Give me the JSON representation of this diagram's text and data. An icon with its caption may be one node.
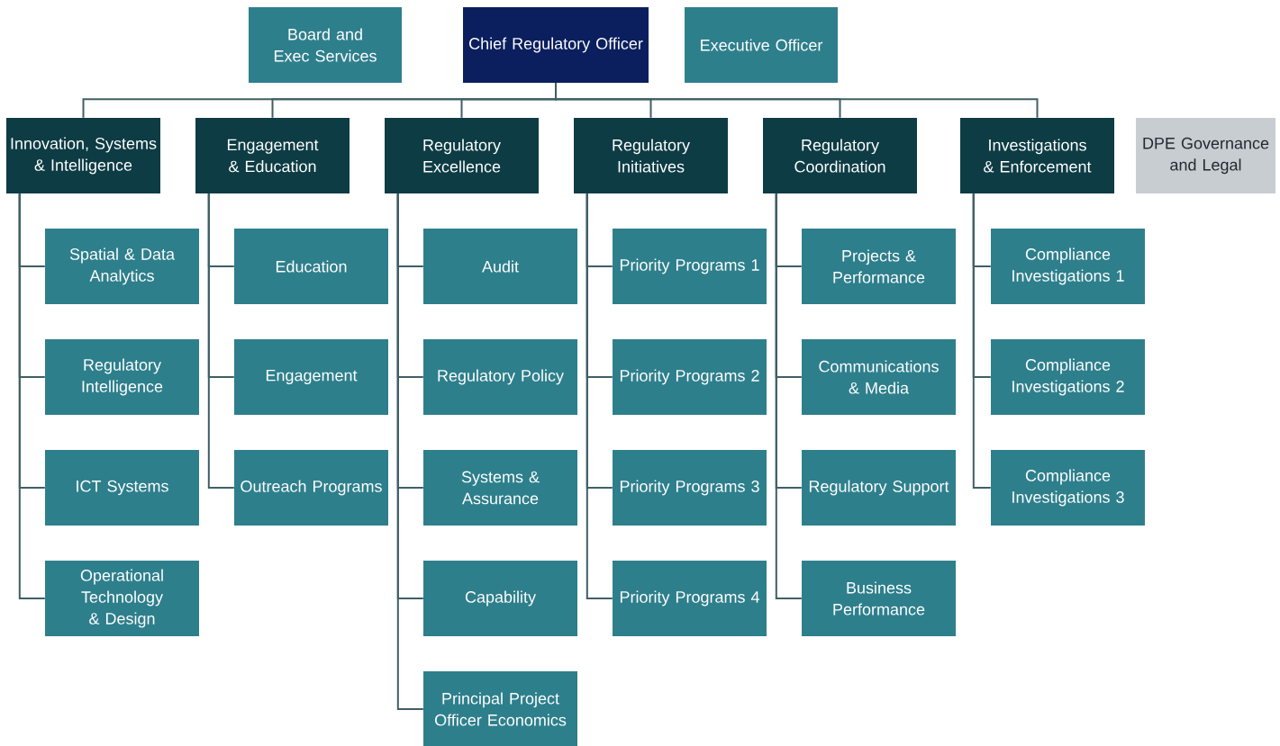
{
  "diagram": {
    "nodes": [
      {
        "text": [
          "Board and Exec Services"
        ]
      },
      {
        "text": [
          "Chief Regulatory Officer"
        ]
      },
      {
        "text": [
          "Executive Officer"
        ]
      },
      {
        "text": [
          "Innovation, Systems & Intelligence"
        ]
      },
      {
        "text": [
          "Engagement & Education"
        ]
      },
      {
        "text": [
          "Regulatory Excellence"
        ]
      },
      {
        "text": [
          "Regulatory Initiatives"
        ]
      },
      {
        "text": [
          "Regulatory Coordination"
        ]
      },
      {
        "text": [
          "Investigations & Enforcement"
        ]
      },
      {
        "text": [
          "DPE Governance and Legal"
        ]
      },
      {
        "text": [
          "Spatial & Data Analytics"
        ]
      },
      {
        "text": [
          "Regulatory Intelligence"
        ]
      },
      {
        "text": [
          "ICT Systems"
        ]
      },
      {
        "text": [
          "Operational Technology & Design"
        ]
      },
      {
        "text": [
          "Education"
        ]
      },
      {
        "text": [
          "Engagement"
        ]
      },
      {
        "text": [
          "Outreach Programs"
        ]
      },
      {
        "text": [
          "Audit"
        ]
      },
      {
        "text": [
          "Regulatory Policy"
        ]
      },
      {
        "text": [
          "Systems & Assurance"
        ]
      },
      {
        "text": [
          "Capability"
        ]
      },
      {
        "text": [
          "Principal Project Officer Economics"
        ]
      },
      {
        "text": [
          "Priority Programs 1"
        ]
      },
      {
        "text": [
          "Priority Programs 2"
        ]
      },
      {
        "text": [
          "Priority Programs 3"
        ]
      },
      {
        "text": [
          "Priority Programs 4"
        ]
      },
      {
        "text": [
          "Projects & Performance"
        ]
      },
      {
        "text": [
          "Communications & Media"
        ]
      },
      {
        "text": [
          "Regulatory Support"
        ]
      },
      {
        "text": [
          "Business Performance"
        ]
      },
      {
        "text": [
          "Compliance Investigations 1"
        ]
      },
      {
        "text": [
          "Compliance Investigations 2"
        ]
      },
      {
        "text": [
          "Compliance Investigations 3"
        ]
      }
    ],
    "edges": [
      {
        "from": 1,
        "to": 3,
        "arrow": "none"
      },
      {
        "from": 1,
        "to": 4,
        "arrow": "none"
      },
      {
        "from": 1,
        "to": 5,
        "arrow": "none"
      },
      {
        "from": 1,
        "to": 6,
        "arrow": "none"
      },
      {
        "from": 1,
        "to": 7,
        "arrow": "none"
      },
      {
        "from": 1,
        "to": 8,
        "arrow": "none"
      },
      {
        "from": 3,
        "to": 10,
        "arrow": "none"
      },
      {
        "from": 3,
        "to": 11,
        "arrow": "none"
      },
      {
        "from": 3,
        "to": 12,
        "arrow": "none"
      },
      {
        "from": 3,
        "to": 13,
        "arrow": "none"
      },
      {
        "from": 4,
        "to": 14,
        "arrow": "none"
      },
      {
        "from": 4,
        "to": 15,
        "arrow": "none"
      },
      {
        "from": 4,
        "to": 16,
        "arrow": "none"
      },
      {
        "from": 5,
        "to": 17,
        "arrow": "none"
      },
      {
        "from": 5,
        "to": 18,
        "arrow": "none"
      },
      {
        "from": 5,
        "to": 19,
        "arrow": "none"
      },
      {
        "from": 5,
        "to": 20,
        "arrow": "none"
      },
      {
        "from": 5,
        "to": 21,
        "arrow": "none"
      },
      {
        "from": 6,
        "to": 22,
        "arrow": "none"
      },
      {
        "from": 6,
        "to": 23,
        "arrow": "none"
      },
      {
        "from": 6,
        "to": 24,
        "arrow": "none"
      },
      {
        "from": 6,
        "to": 25,
        "arrow": "none"
      },
      {
        "from": 7,
        "to": 26,
        "arrow": "none"
      },
      {
        "from": 7,
        "to": 27,
        "arrow": "none"
      },
      {
        "from": 7,
        "to": 28,
        "arrow": "none"
      },
      {
        "from": 7,
        "to": 29,
        "arrow": "none"
      },
      {
        "from": 8,
        "to": 30,
        "arrow": "none"
      },
      {
        "from": 8,
        "to": 31,
        "arrow": "none"
      },
      {
        "from": 8,
        "to": 32,
        "arrow": "none"
      }
    ]
  }
}
